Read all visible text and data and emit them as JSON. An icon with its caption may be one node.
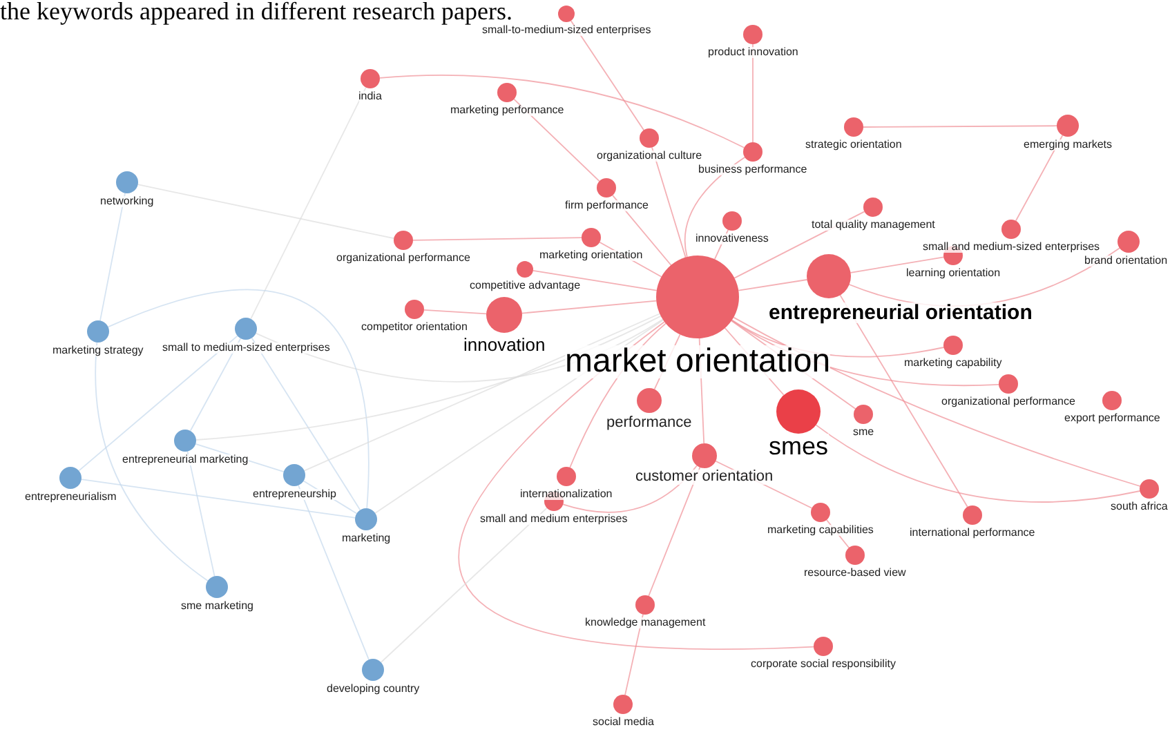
{
  "diagram": {
    "nodes": [
      {
        "text": [
          "small-to-medium-sized enterprises"
        ]
      },
      {
        "text": [
          "product innovation"
        ]
      },
      {
        "text": [
          "india"
        ]
      },
      {
        "text": [
          "marketing performance"
        ]
      },
      {
        "text": [
          "organizational culture"
        ]
      },
      {
        "text": [
          "business performance"
        ]
      },
      {
        "text": [
          "strategic orientation"
        ]
      },
      {
        "text": [
          "emerging markets"
        ]
      },
      {
        "text": [
          "firm performance"
        ]
      },
      {
        "text": [
          "total quality management"
        ]
      },
      {
        "text": [
          "marketing orientation"
        ]
      },
      {
        "text": [
          "innovativeness"
        ]
      },
      {
        "text": [
          "small and medium-sized enterprises"
        ]
      },
      {
        "text": [
          "brand orientation"
        ]
      },
      {
        "text": [
          "organizational performance"
        ]
      },
      {
        "text": [
          "learning orientation"
        ]
      },
      {
        "text": [
          "competitor orientation"
        ]
      },
      {
        "text": [
          "entrepreneurial orientation"
        ]
      },
      {
        "text": [
          "market orientation"
        ]
      },
      {
        "text": [
          "competitive advantage"
        ]
      },
      {
        "text": [
          "innovation"
        ]
      },
      {
        "text": [
          "smes"
        ]
      },
      {
        "text": [
          "marketing capability"
        ]
      },
      {
        "text": [
          "organizational performance"
        ]
      },
      {
        "text": [
          "export performance"
        ]
      },
      {
        "text": [
          "performance"
        ]
      },
      {
        "text": [
          "sme"
        ]
      },
      {
        "text": [
          "customer orientation"
        ]
      },
      {
        "text": [
          "internationalization"
        ]
      },
      {
        "text": [
          "small and medium enterprises"
        ]
      },
      {
        "text": [
          "south africa"
        ]
      },
      {
        "text": [
          "marketing capabilities"
        ]
      },
      {
        "text": [
          "international performance"
        ]
      },
      {
        "text": [
          "resource-based view"
        ]
      },
      {
        "text": [
          "knowledge management"
        ]
      },
      {
        "text": [
          "corporate social responsibility"
        ]
      },
      {
        "text": [
          "social media"
        ]
      },
      {
        "text": [
          "networking"
        ]
      },
      {
        "text": [
          "marketing strategy"
        ]
      },
      {
        "text": [
          "small to medium-sized enterprises"
        ]
      },
      {
        "text": [
          "entrepreneurial marketing"
        ]
      },
      {
        "text": [
          "entrepreneurialism"
        ]
      },
      {
        "text": [
          "entrepreneurship"
        ]
      },
      {
        "text": [
          "marketing"
        ]
      },
      {
        "text": [
          "sme marketing"
        ]
      },
      {
        "text": [
          "developing country"
        ]
      }
    ],
    "edges": [
      {
        "from": 18,
        "to": 4,
        "arrow": "none"
      },
      {
        "from": 18,
        "to": 5,
        "arrow": "none"
      },
      {
        "from": 18,
        "to": 8,
        "arrow": "none"
      },
      {
        "from": 18,
        "to": 9,
        "arrow": "none"
      },
      {
        "from": 18,
        "to": 10,
        "arrow": "none"
      },
      {
        "from": 18,
        "to": 11,
        "arrow": "none"
      },
      {
        "from": 18,
        "to": 17,
        "arrow": "none"
      },
      {
        "from": 18,
        "to": 19,
        "arrow": "none"
      },
      {
        "from": 18,
        "to": 20,
        "arrow": "none"
      },
      {
        "from": 18,
        "to": 21,
        "arrow": "none"
      },
      {
        "from": 18,
        "to": 22,
        "arrow": "none"
      },
      {
        "from": 18,
        "to": 23,
        "arrow": "none"
      },
      {
        "from": 18,
        "to": 25,
        "arrow": "none"
      },
      {
        "from": 18,
        "to": 26,
        "arrow": "none"
      },
      {
        "from": 18,
        "to": 27,
        "arrow": "none"
      },
      {
        "from": 18,
        "to": 28,
        "arrow": "none"
      },
      {
        "from": 18,
        "to": 30,
        "arrow": "none"
      },
      {
        "from": 18,
        "to": 35,
        "arrow": "none"
      },
      {
        "from": 17,
        "to": 13,
        "arrow": "none"
      },
      {
        "from": 17,
        "to": 15,
        "arrow": "none"
      },
      {
        "from": 17,
        "to": 32,
        "arrow": "none"
      },
      {
        "from": 6,
        "to": 7,
        "arrow": "none"
      },
      {
        "from": 2,
        "to": 5,
        "arrow": "none"
      },
      {
        "from": 27,
        "to": 29,
        "arrow": "none"
      },
      {
        "from": 30,
        "to": 21,
        "arrow": "none"
      },
      {
        "from": 5,
        "to": 1,
        "arrow": "none"
      },
      {
        "from": 0,
        "to": 4,
        "arrow": "none"
      },
      {
        "from": 3,
        "to": 8,
        "arrow": "none"
      },
      {
        "from": 7,
        "to": 12,
        "arrow": "none"
      },
      {
        "from": 14,
        "to": 10,
        "arrow": "none"
      },
      {
        "from": 16,
        "to": 20,
        "arrow": "none"
      },
      {
        "from": 31,
        "to": 27,
        "arrow": "none"
      },
      {
        "from": 33,
        "to": 31,
        "arrow": "none"
      },
      {
        "from": 34,
        "to": 27,
        "arrow": "none"
      },
      {
        "from": 36,
        "to": 34,
        "arrow": "none"
      },
      {
        "from": 37,
        "to": 38,
        "arrow": "none",
        "color": "#c5d8ec"
      },
      {
        "from": 37,
        "to": 14,
        "arrow": "none",
        "color": "#dddddd"
      },
      {
        "from": 39,
        "to": 2,
        "arrow": "none",
        "color": "#dddddd"
      },
      {
        "from": 39,
        "to": 18,
        "arrow": "none",
        "color": "#dddddd"
      },
      {
        "from": 39,
        "to": 40,
        "arrow": "none",
        "color": "#c5d8ec"
      },
      {
        "from": 39,
        "to": 43,
        "arrow": "none",
        "color": "#c5d8ec"
      },
      {
        "from": 39,
        "to": 41,
        "arrow": "none",
        "color": "#c5d8ec"
      },
      {
        "from": 38,
        "to": 44,
        "arrow": "none",
        "color": "#c5d8ec"
      },
      {
        "from": 38,
        "to": 43,
        "arrow": "none",
        "color": "#c5d8ec"
      },
      {
        "from": 40,
        "to": 42,
        "arrow": "none",
        "color": "#c5d8ec"
      },
      {
        "from": 40,
        "to": 44,
        "arrow": "none",
        "color": "#c5d8ec"
      },
      {
        "from": 40,
        "to": 18,
        "arrow": "none",
        "color": "#dddddd"
      },
      {
        "from": 41,
        "to": 43,
        "arrow": "none",
        "color": "#c5d8ec"
      },
      {
        "from": 42,
        "to": 43,
        "arrow": "none",
        "color": "#c5d8ec"
      },
      {
        "from": 42,
        "to": 45,
        "arrow": "none",
        "color": "#c5d8ec"
      },
      {
        "from": 42,
        "to": 18,
        "arrow": "none",
        "color": "#dddddd"
      },
      {
        "from": 43,
        "to": 18,
        "arrow": "none",
        "color": "#dddddd"
      },
      {
        "from": 45,
        "to": 29,
        "arrow": "none",
        "color": "#dddddd"
      }
    ],
    "labels": [
      "the keywords appeared in different research papers."
    ]
  }
}
